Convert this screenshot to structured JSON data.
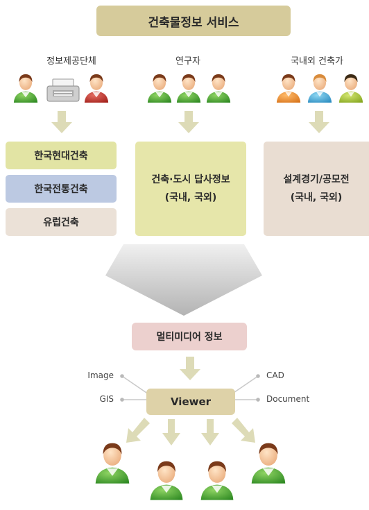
{
  "title": "건축물정보 서비스",
  "columns": [
    {
      "label": "정보제공단체"
    },
    {
      "label": "연구자"
    },
    {
      "label": "국내외 건축가"
    }
  ],
  "sources": [
    "한국현대건축",
    "한국전통건축",
    "유럽건축"
  ],
  "research_box": "건축·도시 답사정보\n(국내, 국외)",
  "architect_box": "설계경기/공모전\n(국내, 국외)",
  "multimedia": "멀티미디어 정보",
  "viewer": "Viewer",
  "formats": {
    "image": "Image",
    "gis": "GIS",
    "cad": "CAD",
    "document": "Document"
  },
  "colors": {
    "title_bg": "#d6cb9b",
    "green_box": "#e2e4a4",
    "blue_box": "#bcc9e2",
    "beige_box": "#ebe1d7",
    "research_bg": "#e6e6aa",
    "architect_bg": "#e9ddd2",
    "multimedia_bg": "#ecd0ce",
    "arrow": "#dddbb7"
  }
}
